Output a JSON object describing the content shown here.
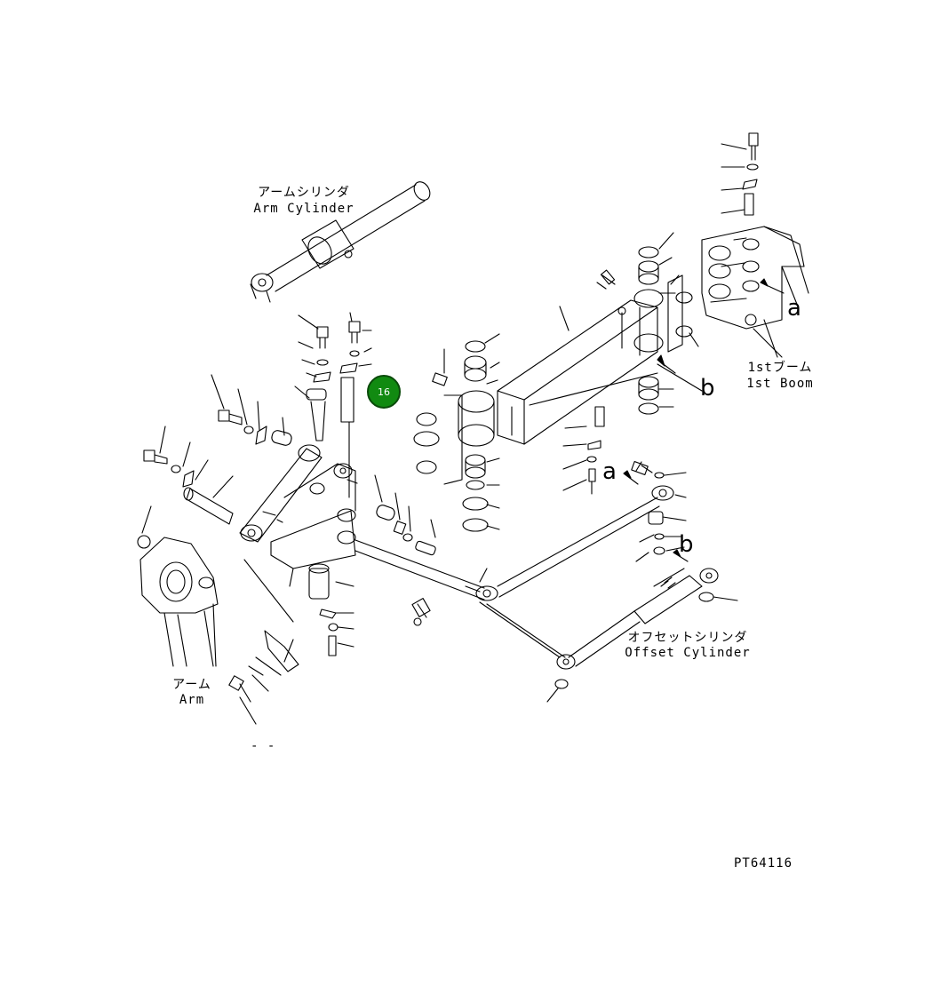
{
  "labels": {
    "arm_cylinder_jp": "アームシリンダ",
    "arm_cylinder_en": "Arm Cylinder",
    "first_boom_jp": "1stブーム",
    "first_boom_en": "1st Boom",
    "arm_jp": "アーム",
    "arm_en": "Arm",
    "offset_cylinder_jp": "オフセットシリンダ",
    "offset_cylinder_en": "Offset Cylinder",
    "ref_a": "a",
    "ref_b": "b",
    "drawing_code": "PT64116",
    "footnote": "- -"
  },
  "callouts": [
    {
      "number": "16",
      "color": "#118a11"
    }
  ]
}
